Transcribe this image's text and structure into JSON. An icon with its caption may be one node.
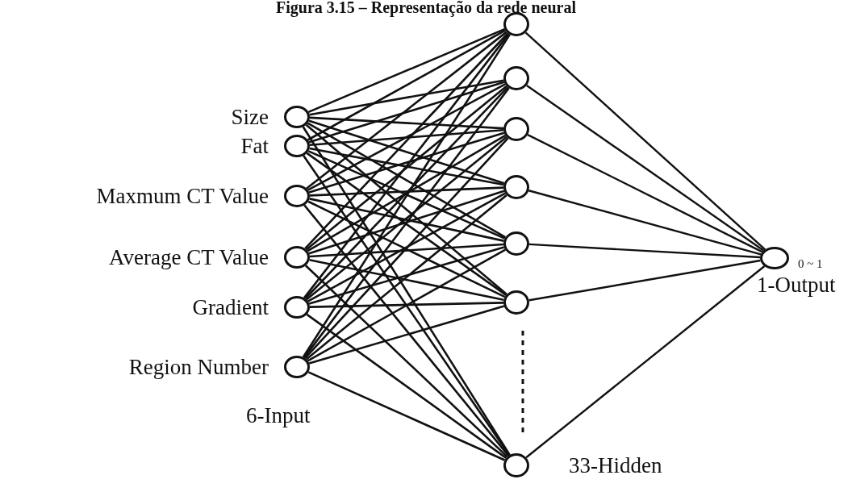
{
  "diagram": {
    "title": "Figura 3.15 – Representação da rede neural",
    "nodes": [
      {
        "text": [],
        "shape": "circle",
        "beside": [
          "Size"
        ]
      },
      {
        "text": [],
        "shape": "circle",
        "beside": [
          "Fat"
        ]
      },
      {
        "text": [],
        "shape": "circle",
        "beside": [
          "Maxmum CT Value"
        ]
      },
      {
        "text": [],
        "shape": "circle",
        "beside": [
          "Average CT Value"
        ]
      },
      {
        "text": [],
        "shape": "circle",
        "beside": [
          "Gradient"
        ]
      },
      {
        "text": [],
        "shape": "circle",
        "beside": [
          "Region Number"
        ]
      },
      {
        "text": [],
        "shape": "circle"
      },
      {
        "text": [],
        "shape": "circle"
      },
      {
        "text": [],
        "shape": "circle"
      },
      {
        "text": [],
        "shape": "circle"
      },
      {
        "text": [],
        "shape": "circle"
      },
      {
        "text": [],
        "shape": "circle"
      },
      {
        "text": [],
        "shape": "circle"
      },
      {
        "text": [],
        "shape": "circle",
        "beside": [
          "0 ~ 1"
        ]
      }
    ],
    "edges": [
      {
        "from": 0,
        "to": 6,
        "arrow": "none"
      },
      {
        "from": 0,
        "to": 7,
        "arrow": "none"
      },
      {
        "from": 0,
        "to": 8,
        "arrow": "none"
      },
      {
        "from": 0,
        "to": 9,
        "arrow": "none"
      },
      {
        "from": 0,
        "to": 10,
        "arrow": "none"
      },
      {
        "from": 0,
        "to": 11,
        "arrow": "none"
      },
      {
        "from": 0,
        "to": 12,
        "arrow": "none"
      },
      {
        "from": 1,
        "to": 6,
        "arrow": "none"
      },
      {
        "from": 1,
        "to": 7,
        "arrow": "none"
      },
      {
        "from": 1,
        "to": 8,
        "arrow": "none"
      },
      {
        "from": 1,
        "to": 9,
        "arrow": "none"
      },
      {
        "from": 1,
        "to": 10,
        "arrow": "none"
      },
      {
        "from": 1,
        "to": 11,
        "arrow": "none"
      },
      {
        "from": 1,
        "to": 12,
        "arrow": "none"
      },
      {
        "from": 2,
        "to": 6,
        "arrow": "none"
      },
      {
        "from": 2,
        "to": 7,
        "arrow": "none"
      },
      {
        "from": 2,
        "to": 8,
        "arrow": "none"
      },
      {
        "from": 2,
        "to": 9,
        "arrow": "none"
      },
      {
        "from": 2,
        "to": 10,
        "arrow": "none"
      },
      {
        "from": 2,
        "to": 11,
        "arrow": "none"
      },
      {
        "from": 2,
        "to": 12,
        "arrow": "none"
      },
      {
        "from": 3,
        "to": 6,
        "arrow": "none"
      },
      {
        "from": 3,
        "to": 7,
        "arrow": "none"
      },
      {
        "from": 3,
        "to": 8,
        "arrow": "none"
      },
      {
        "from": 3,
        "to": 9,
        "arrow": "none"
      },
      {
        "from": 3,
        "to": 10,
        "arrow": "none"
      },
      {
        "from": 3,
        "to": 11,
        "arrow": "none"
      },
      {
        "from": 3,
        "to": 12,
        "arrow": "none"
      },
      {
        "from": 4,
        "to": 6,
        "arrow": "none"
      },
      {
        "from": 4,
        "to": 7,
        "arrow": "none"
      },
      {
        "from": 4,
        "to": 8,
        "arrow": "none"
      },
      {
        "from": 4,
        "to": 9,
        "arrow": "none"
      },
      {
        "from": 4,
        "to": 10,
        "arrow": "none"
      },
      {
        "from": 4,
        "to": 11,
        "arrow": "none"
      },
      {
        "from": 4,
        "to": 12,
        "arrow": "none"
      },
      {
        "from": 5,
        "to": 6,
        "arrow": "none"
      },
      {
        "from": 5,
        "to": 7,
        "arrow": "none"
      },
      {
        "from": 5,
        "to": 8,
        "arrow": "none"
      },
      {
        "from": 5,
        "to": 9,
        "arrow": "none"
      },
      {
        "from": 5,
        "to": 10,
        "arrow": "none"
      },
      {
        "from": 5,
        "to": 11,
        "arrow": "none"
      },
      {
        "from": 5,
        "to": 12,
        "arrow": "none"
      },
      {
        "from": 6,
        "to": 13,
        "arrow": "none"
      },
      {
        "from": 7,
        "to": 13,
        "arrow": "none"
      },
      {
        "from": 8,
        "to": 13,
        "arrow": "none"
      },
      {
        "from": 9,
        "to": 13,
        "arrow": "none"
      },
      {
        "from": 10,
        "to": 13,
        "arrow": "none"
      },
      {
        "from": 11,
        "to": 13,
        "arrow": "none"
      },
      {
        "from": 12,
        "to": 13,
        "arrow": "none"
      }
    ],
    "labels": [
      "6-Input",
      "33-Hidden",
      "1-Output"
    ]
  }
}
